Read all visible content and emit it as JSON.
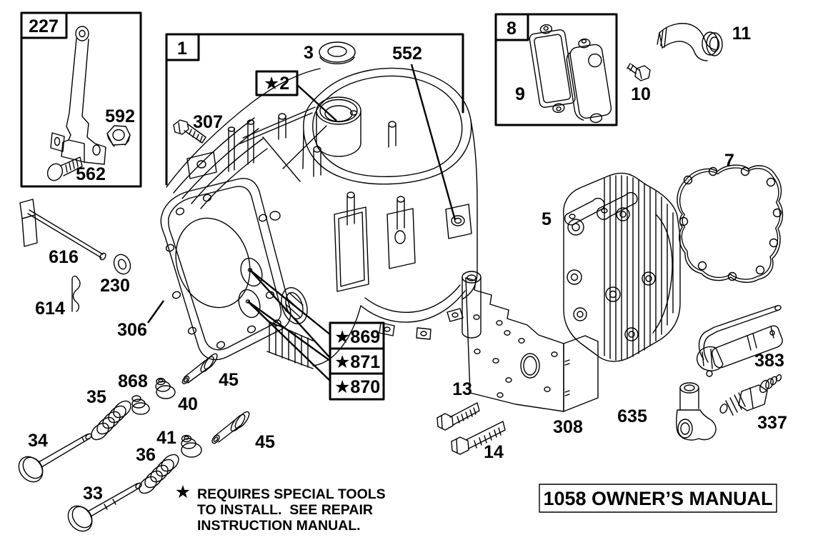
{
  "boxes": {
    "b227": "227",
    "b1": "1",
    "b8": "8"
  },
  "star_boxes": {
    "b2": "★2",
    "b869": "★869",
    "b871": "★871",
    "b870": "★870"
  },
  "labels": {
    "p3": "3",
    "p552": "552",
    "p307": "307",
    "p592": "592",
    "p562": "562",
    "p616": "616",
    "p230": "230",
    "p614": "614",
    "p306": "306",
    "p9": "9",
    "p10": "10",
    "p11": "11",
    "p7": "7",
    "p5": "5",
    "p13": "13",
    "p14": "14",
    "p308": "308",
    "p635": "635",
    "p383": "383",
    "p337": "337",
    "p868": "868",
    "p35": "35",
    "p40": "40",
    "p41": "41",
    "p34": "34",
    "p36": "36",
    "p33": "33",
    "p45_upper": "45",
    "p45_lower": "45"
  },
  "note": {
    "star": "★",
    "line1": "REQUIRES SPECIAL TOOLS",
    "line2": "TO INSTALL.  SEE REPAIR",
    "line3": "INSTRUCTION MANUAL."
  },
  "owners_manual": {
    "label": "1058 OWNER’S MANUAL"
  },
  "colors": {
    "ink": "#000000",
    "paper": "#ffffff"
  }
}
